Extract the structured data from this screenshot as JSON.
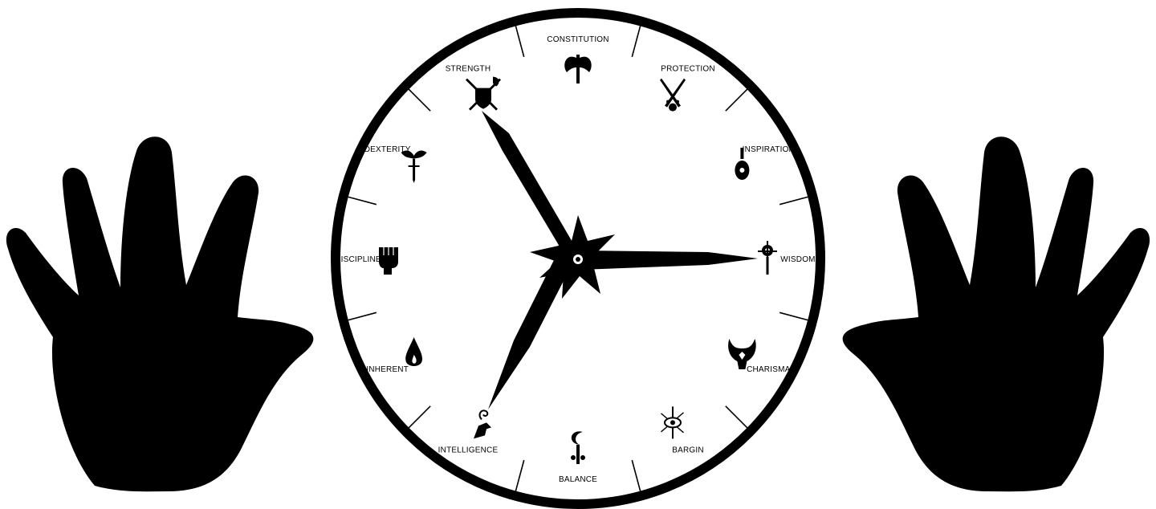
{
  "colors": {
    "ink": "#000000",
    "paper": "#ffffff"
  },
  "segments": [
    {
      "id": "constitution",
      "label": "CONSTITUTION",
      "icon": "double-axe-icon"
    },
    {
      "id": "protection",
      "label": "PROTECTION",
      "icon": "crossed-swords-paw-icon"
    },
    {
      "id": "inspiration",
      "label": "INSPIRATION",
      "icon": "lute-icon"
    },
    {
      "id": "wisdom",
      "label": "WISDOM",
      "icon": "sun-mace-icon"
    },
    {
      "id": "charisma",
      "label": "CHARISMA",
      "icon": "horned-helm-icon"
    },
    {
      "id": "bargin",
      "label": "BARGIN",
      "icon": "radiant-eye-icon"
    },
    {
      "id": "balance",
      "label": "BALANCE",
      "icon": "sickle-icon"
    },
    {
      "id": "intelligence",
      "label": "INTELLIGENCE",
      "icon": "spellcasting-hand-icon"
    },
    {
      "id": "inherent",
      "label": "INHERENT",
      "icon": "flame-drop-icon"
    },
    {
      "id": "discipline",
      "label": "DISCIPLINE",
      "icon": "raised-fist-icon"
    },
    {
      "id": "dexterity",
      "label": "DEXTERITY",
      "icon": "masked-dagger-icon"
    },
    {
      "id": "strength",
      "label": "STRENGTH",
      "icon": "shield-axe-swords-icon"
    }
  ],
  "hands": {
    "pointing_to": [
      "strength",
      "wisdom",
      "intelligence"
    ]
  }
}
